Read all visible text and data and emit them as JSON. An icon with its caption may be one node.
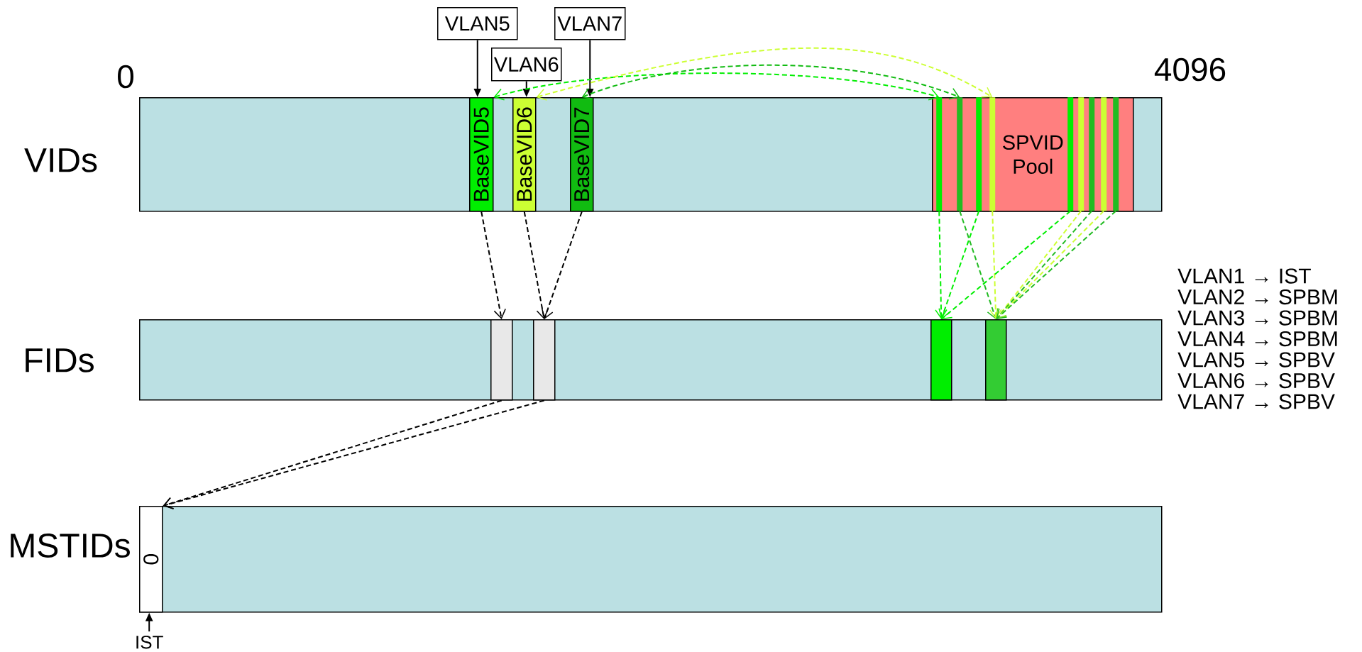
{
  "diagram": {
    "nodes": [
      {
        "text": [
          "VLAN5"
        ]
      },
      {
        "text": [
          "VLAN6"
        ]
      },
      {
        "text": [
          "VLAN7"
        ]
      },
      {
        "text": [
          "VIDs"
        ]
      },
      {
        "text": [
          "BaseVID5"
        ],
        "in": 3
      },
      {
        "text": [
          "BaseVID6"
        ],
        "in": 3
      },
      {
        "text": [
          "BaseVID7"
        ],
        "in": 3
      },
      {
        "text": [
          "SPVID Pool"
        ],
        "in": 3
      },
      {
        "text": [],
        "shape": "bar",
        "in": 7
      },
      {
        "text": [],
        "shape": "bar",
        "in": 7
      },
      {
        "text": [],
        "shape": "bar",
        "in": 7
      },
      {
        "text": [],
        "shape": "bar",
        "in": 7
      },
      {
        "text": [],
        "shape": "bar",
        "in": 7
      },
      {
        "text": [],
        "shape": "bar",
        "in": 7
      },
      {
        "text": [],
        "shape": "bar",
        "in": 7
      },
      {
        "text": [],
        "shape": "bar",
        "in": 7
      },
      {
        "text": [],
        "shape": "bar",
        "in": 7
      },
      {
        "text": [
          "FIDs"
        ]
      },
      {
        "text": [],
        "shape": "bar",
        "in": 17
      },
      {
        "text": [],
        "shape": "bar",
        "in": 17
      },
      {
        "text": [],
        "shape": "bar",
        "in": 17
      },
      {
        "text": [],
        "shape": "bar",
        "in": 17
      },
      {
        "text": [
          "MSTIDs"
        ]
      },
      {
        "text": [
          "0"
        ],
        "in": 22
      },
      {
        "text": [
          "IST"
        ]
      }
    ],
    "edges": [
      {
        "from": 0,
        "to": 4,
        "arrow": "to"
      },
      {
        "from": 1,
        "to": 5,
        "arrow": "to"
      },
      {
        "from": 2,
        "to": 6,
        "arrow": "to"
      },
      {
        "from": 4,
        "to": 8,
        "arrow": "both",
        "style": "dashed",
        "color": "#00ee00"
      },
      {
        "from": 5,
        "to": 11,
        "arrow": "both",
        "style": "dashed",
        "color": "#ccff33"
      },
      {
        "from": 6,
        "to": 9,
        "arrow": "both",
        "style": "dashed",
        "color": "#11bb11"
      },
      {
        "from": 4,
        "to": 18,
        "arrow": "to",
        "style": "dashed"
      },
      {
        "from": 5,
        "to": 19,
        "arrow": "to",
        "style": "dashed"
      },
      {
        "from": 6,
        "to": 19,
        "arrow": "to",
        "style": "dashed"
      },
      {
        "from": 8,
        "to": 20,
        "arrow": "to",
        "style": "dashed",
        "color": "#00ee00"
      },
      {
        "from": 9,
        "to": 21,
        "arrow": "to",
        "style": "dashed",
        "color": "#22bb22"
      },
      {
        "from": 10,
        "to": 20,
        "arrow": "to",
        "style": "dashed",
        "color": "#00ee00"
      },
      {
        "from": 11,
        "to": 21,
        "arrow": "to",
        "style": "dashed",
        "color": "#ccff33"
      },
      {
        "from": 12,
        "to": 20,
        "arrow": "to",
        "style": "dashed",
        "color": "#00ee00"
      },
      {
        "from": 13,
        "to": 21,
        "arrow": "to",
        "style": "dashed",
        "color": "#ccff33"
      },
      {
        "from": 14,
        "to": 21,
        "arrow": "to",
        "style": "dashed",
        "color": "#22bb22"
      },
      {
        "from": 15,
        "to": 21,
        "arrow": "to",
        "style": "dashed",
        "color": "#ccff33"
      },
      {
        "from": 16,
        "to": 21,
        "arrow": "to",
        "style": "dashed",
        "color": "#22bb22"
      },
      {
        "from": 18,
        "to": 23,
        "arrow": "to",
        "style": "dashed"
      },
      {
        "from": 19,
        "to": 23,
        "arrow": "to",
        "style": "dashed"
      },
      {
        "from": 24,
        "to": 23,
        "arrow": "to"
      }
    ],
    "labels": [
      "0",
      "4096",
      "VLAN1 → IST",
      "VLAN2 → SPBM",
      "VLAN3 → SPBM",
      "VLAN4 → SPBM",
      "VLAN5 → SPBV",
      "VLAN6 → SPBV",
      "VLAN7 → SPBV"
    ]
  }
}
